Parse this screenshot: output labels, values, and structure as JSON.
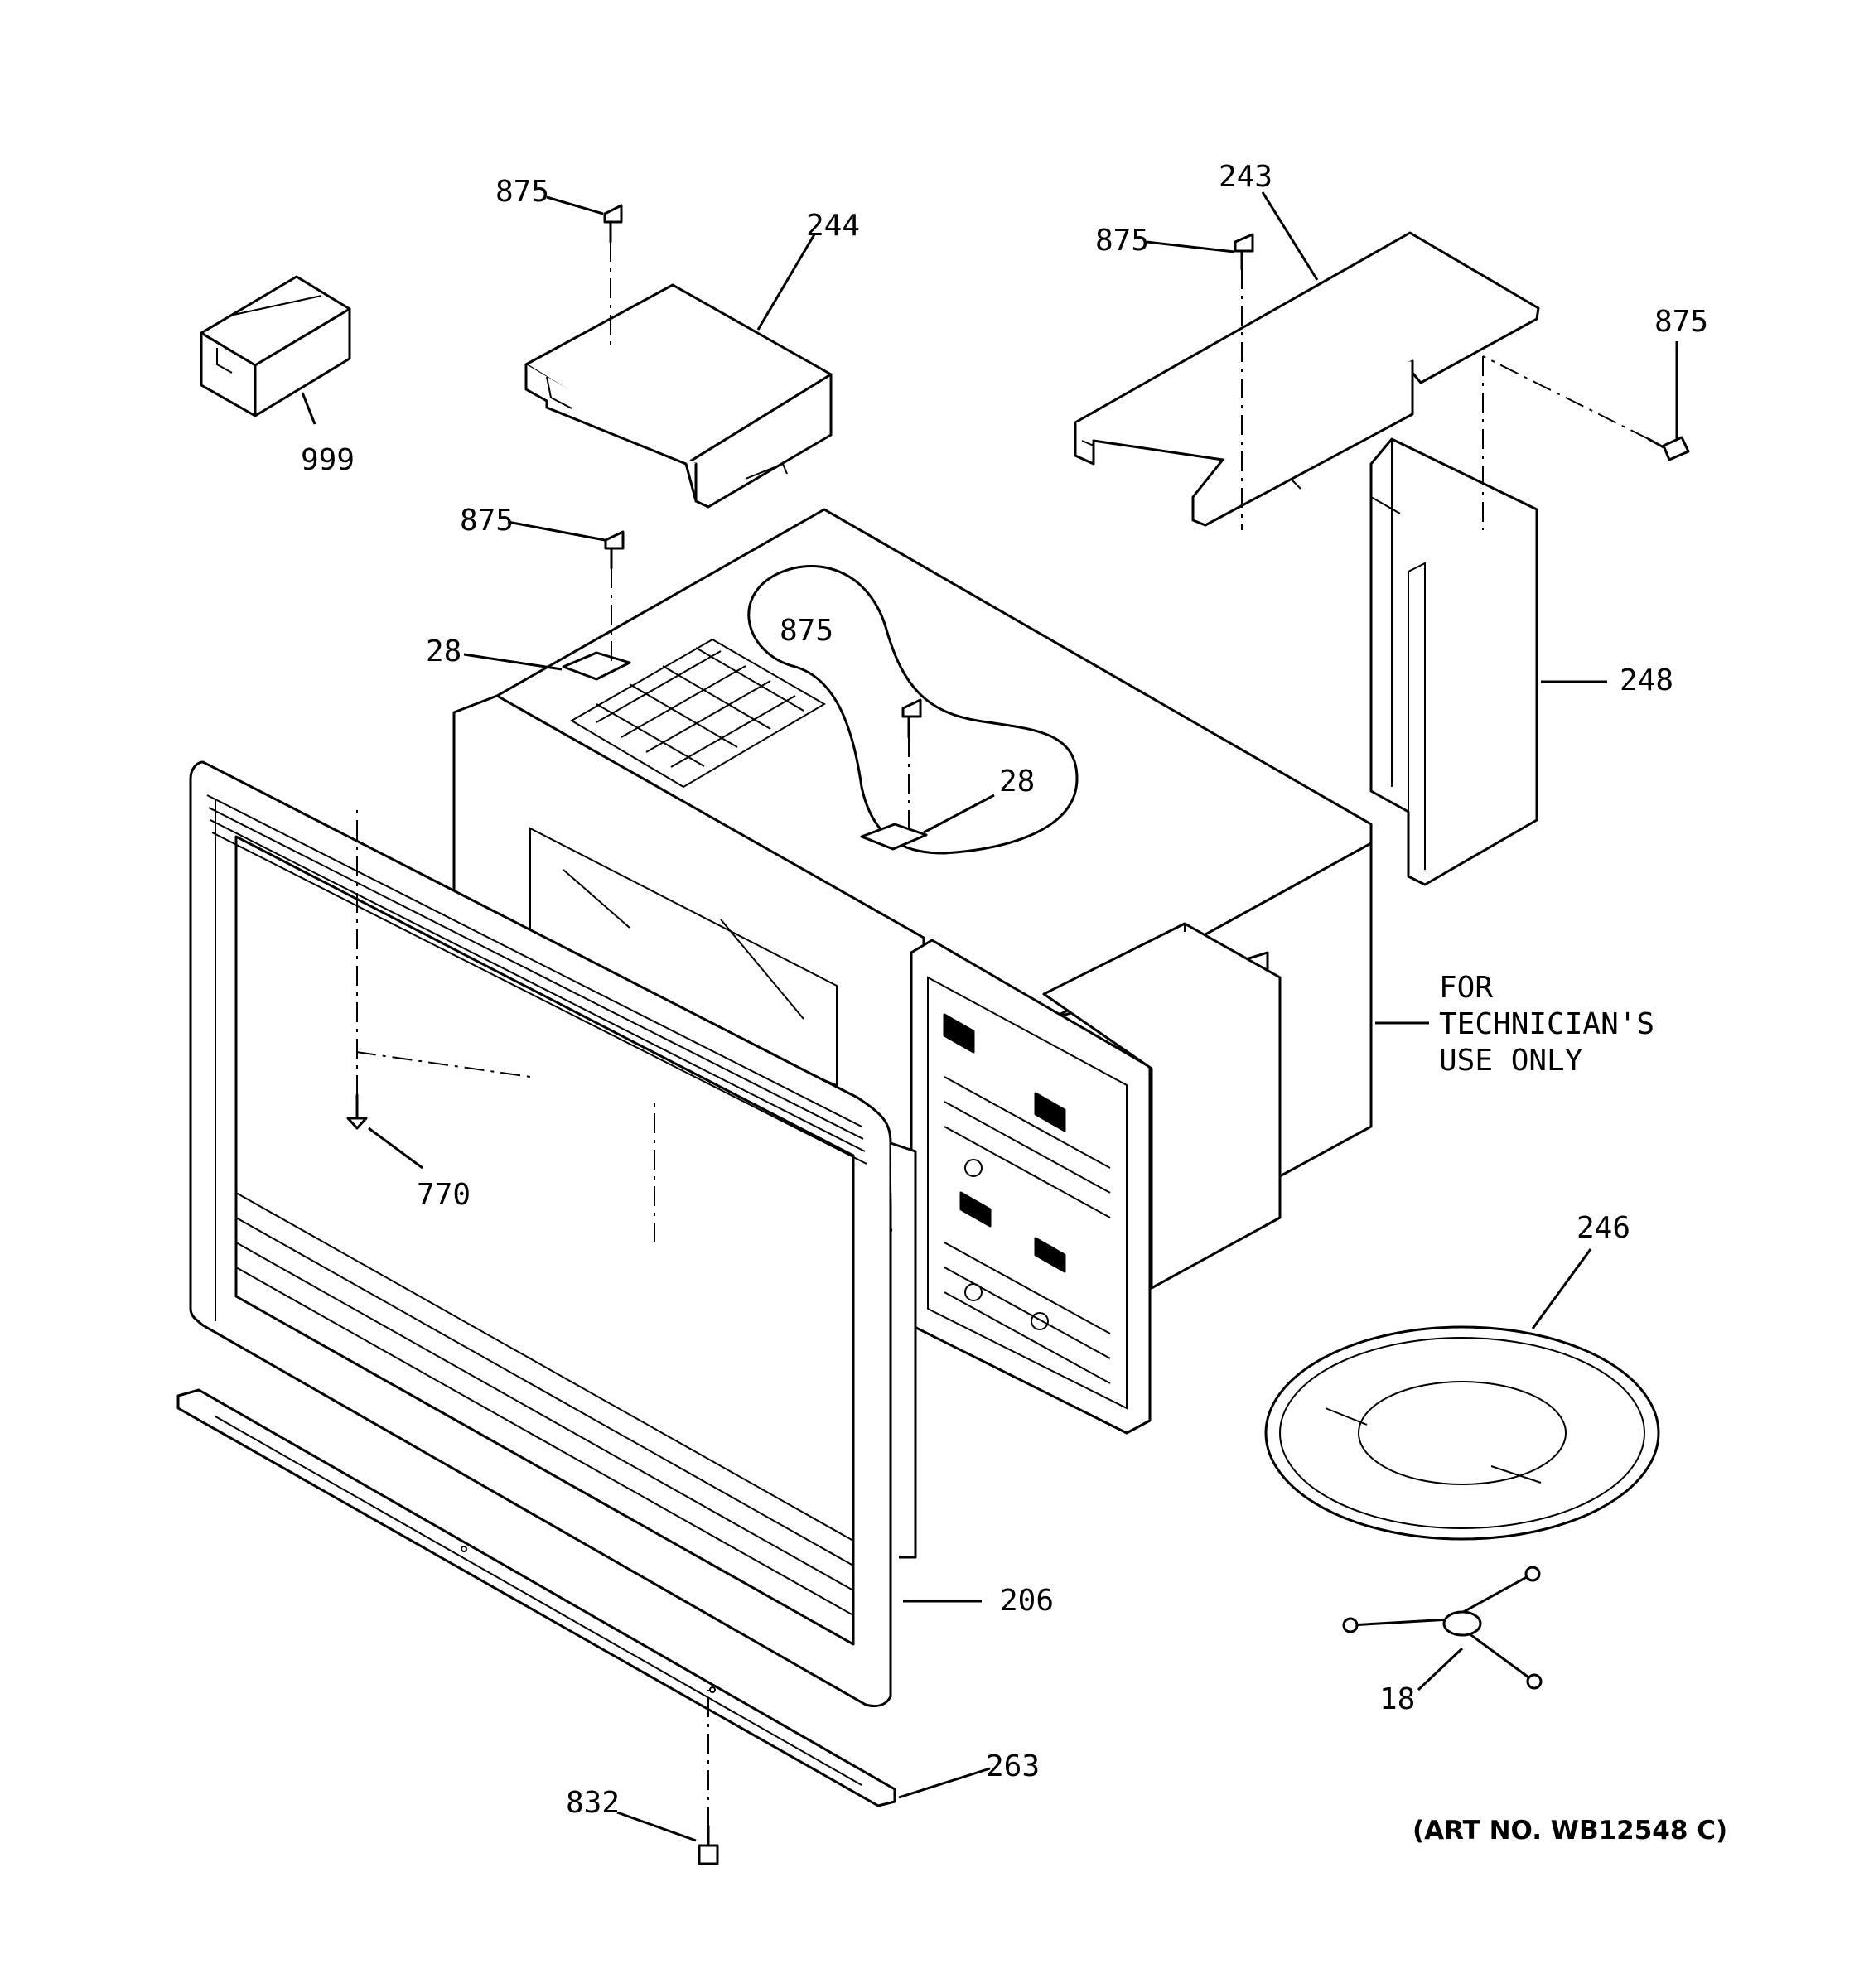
{
  "labels": {
    "p875_a": "875",
    "p875_b": "875",
    "p875_c": "875",
    "p875_d": "875",
    "p875_e": "875",
    "p244": "244",
    "p243": "243",
    "p999": "999",
    "p28_a": "28",
    "p28_b": "28",
    "p248": "248",
    "p770": "770",
    "p246": "246",
    "p206": "206",
    "p18": "18",
    "p263": "263",
    "p832": "832"
  },
  "note": {
    "line1": "FOR",
    "line2": "TECHNICIAN'S",
    "line3": "USE ONLY"
  },
  "art_number": "(ART NO. WB12548 C)"
}
